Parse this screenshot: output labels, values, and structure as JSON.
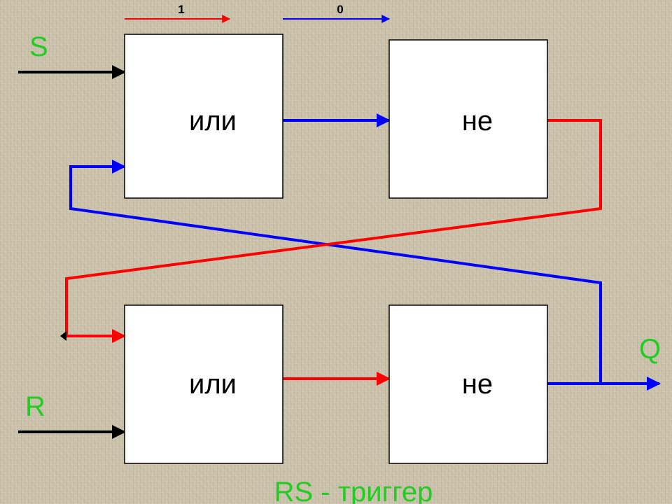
{
  "legend": {
    "one_label": "1",
    "zero_label": "0",
    "one_color": "#ff0000",
    "zero_color": "#0000ff"
  },
  "inputs": {
    "s_label": "S",
    "r_label": "R"
  },
  "output": {
    "q_label": "Q"
  },
  "gates": {
    "top_or": "или",
    "top_not": "не",
    "bottom_or": "или",
    "bottom_not": "не"
  },
  "title": "RS - триггер",
  "colors": {
    "label_green": "#22cc22",
    "signal_one": "#ff0000",
    "signal_zero": "#0000ff",
    "input_line": "#000000"
  }
}
